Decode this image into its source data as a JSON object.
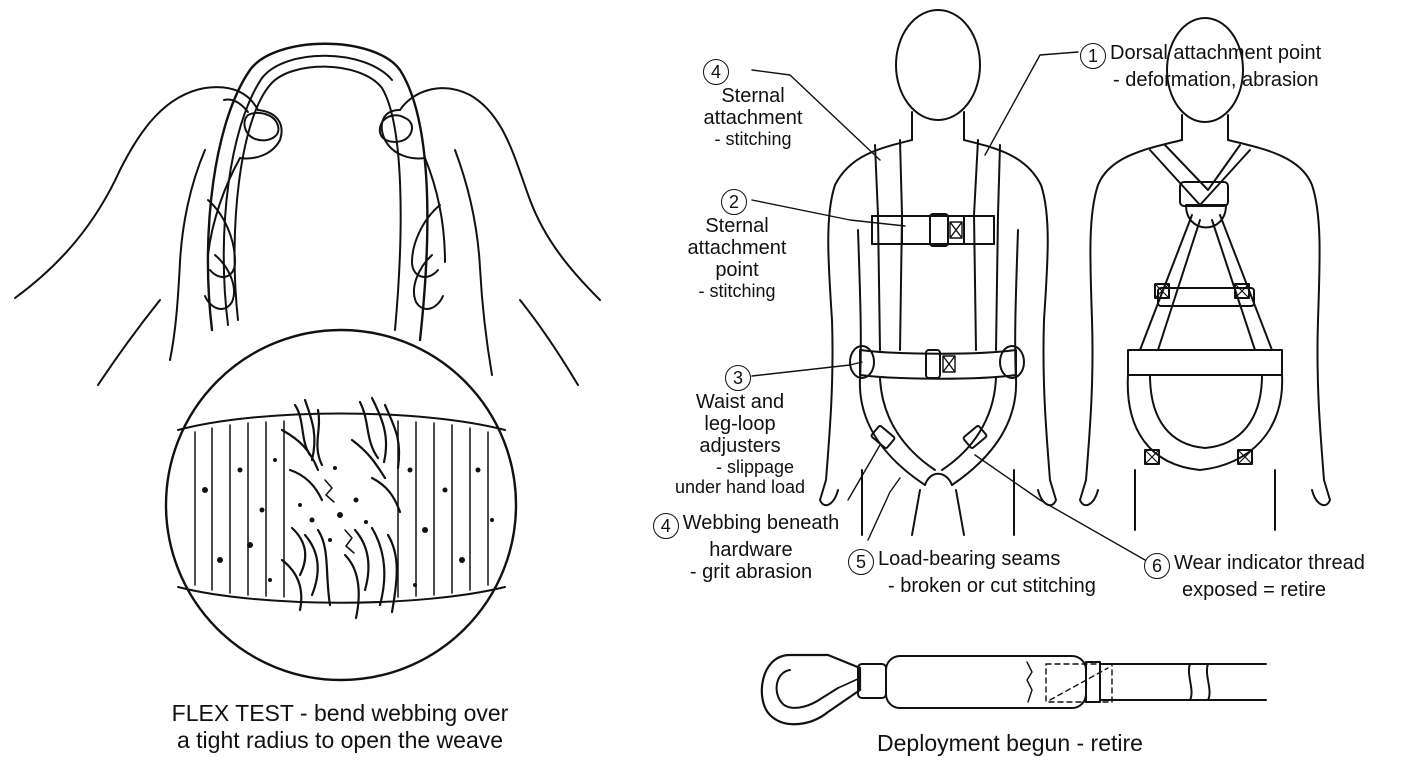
{
  "colors": {
    "ink": "#111111",
    "paper": "#ffffff"
  },
  "flex_test": {
    "caption_line1": "FLEX TEST  - bend webbing over",
    "caption_line2": "a tight radius to open the weave"
  },
  "callouts": [
    {
      "number": "1",
      "title": "Dorsal attachment point",
      "detail": "- deformation, abrasion"
    },
    {
      "number": "4",
      "title_line1": "Sternal",
      "title_line2": "attachment",
      "detail": "- stitching"
    },
    {
      "number": "2",
      "title_line1": "Sternal",
      "title_line2": "attachment",
      "title_line3": "point",
      "detail": "- stitching"
    },
    {
      "number": "3",
      "title_line1": "Waist and",
      "title_line2": "leg-loop",
      "title_line3": "adjusters",
      "detail_line1": "- slippage",
      "detail_line2": "under hand load"
    },
    {
      "number": "4",
      "title_line1": "Webbing beneath",
      "title_line2": "hardware",
      "detail": "- grit abrasion"
    },
    {
      "number": "5",
      "title": "Load-bearing seams",
      "detail": "- broken or cut stitching"
    },
    {
      "number": "6",
      "title": "Wear indicator thread",
      "detail": "exposed = retire"
    }
  ],
  "lanyard": {
    "caption": "Deployment begun - retire"
  }
}
